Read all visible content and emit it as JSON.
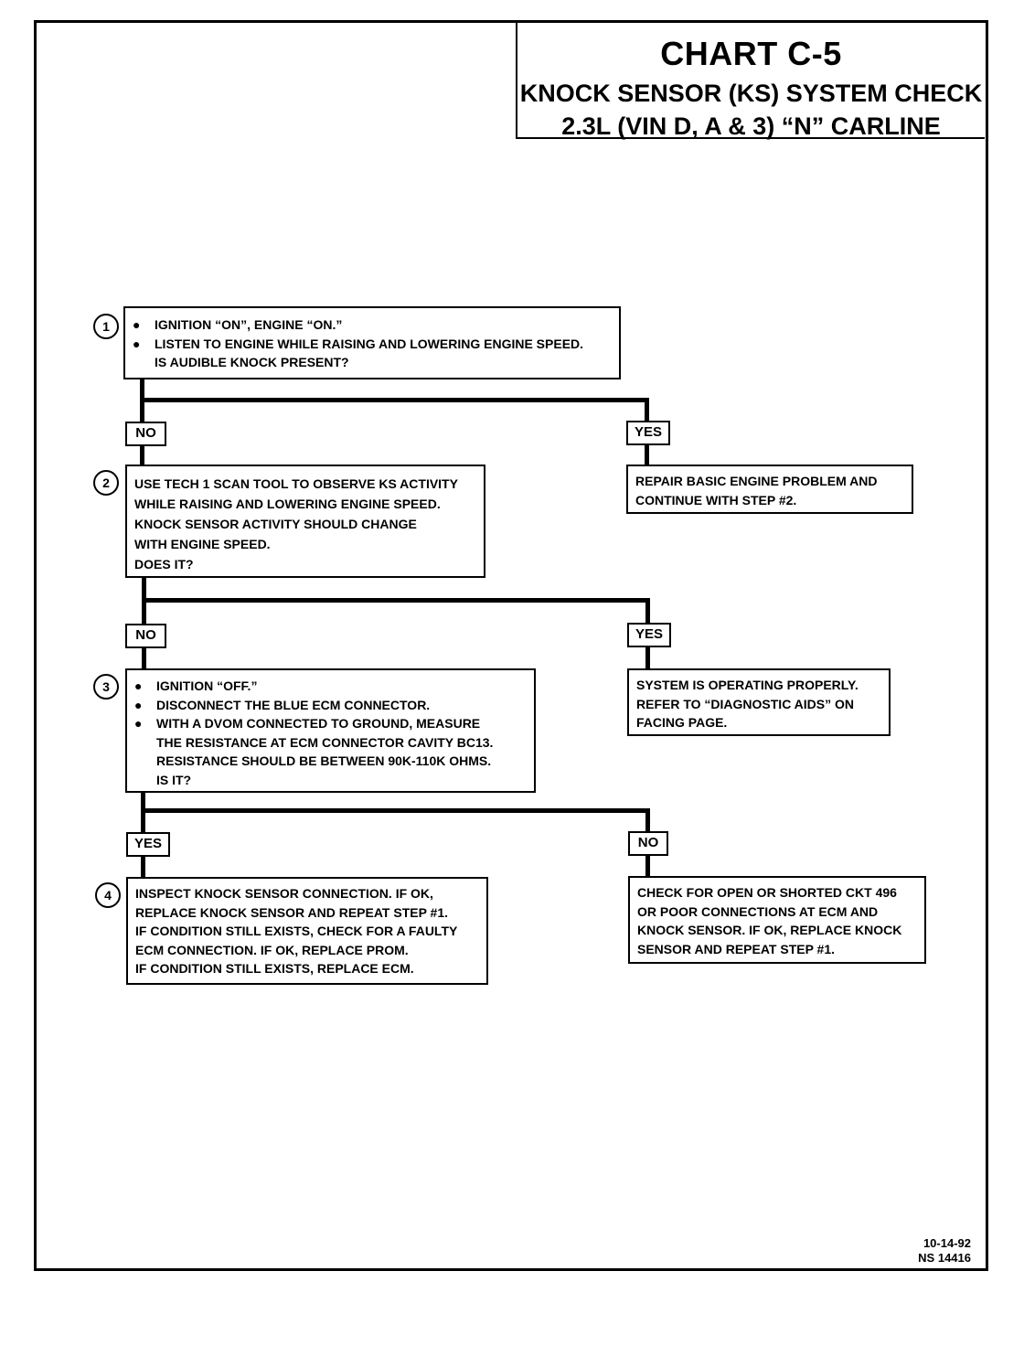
{
  "title": {
    "chart": "CHART C-5",
    "line1": "KNOCK SENSOR (KS) SYSTEM CHECK",
    "line2": "2.3L  (VIN D, A & 3)  “N”  CARLINE"
  },
  "steps": {
    "s1": {
      "num": "1",
      "bullet": "●",
      "b1": "IGNITION “ON”, ENGINE “ON.”",
      "b2": "LISTEN TO ENGINE WHILE RAISING AND LOWERING ENGINE SPEED.",
      "b2c": "IS AUDIBLE KNOCK PRESENT?"
    },
    "s2": {
      "num": "2",
      "l1": "USE TECH 1 SCAN TOOL TO OBSERVE KS ACTIVITY",
      "l2": "WHILE RAISING AND LOWERING ENGINE SPEED.",
      "l3": "KNOCK SENSOR ACTIVITY SHOULD CHANGE",
      "l4": "WITH ENGINE SPEED.",
      "l5": "DOES IT?"
    },
    "s3": {
      "num": "3",
      "bullet": "●",
      "b1": "IGNITION “OFF.”",
      "b2": "DISCONNECT THE BLUE ECM CONNECTOR.",
      "b3": "WITH A DVOM CONNECTED TO GROUND, MEASURE",
      "b3c1": "THE RESISTANCE AT ECM CONNECTOR CAVITY BC13.",
      "b3c2": "RESISTANCE SHOULD BE BETWEEN 90K-110K OHMS.",
      "b3c3": "IS IT?"
    },
    "s4": {
      "num": "4",
      "l1": "INSPECT KNOCK SENSOR CONNECTION.  IF OK,",
      "l2": "REPLACE KNOCK SENSOR AND REPEAT STEP #1.",
      "l3": "IF CONDITION STILL EXISTS, CHECK FOR A FAULTY",
      "l4": "ECM CONNECTION.  IF OK, REPLACE PROM.",
      "l5": "IF CONDITION STILL EXISTS, REPLACE ECM."
    }
  },
  "results": {
    "r1": {
      "l1": "REPAIR BASIC ENGINE PROBLEM AND",
      "l2": "CONTINUE WITH STEP #2."
    },
    "r2": {
      "l1": "SYSTEM IS OPERATING PROPERLY.",
      "l2": "REFER TO  “DIAGNOSTIC AIDS” ON",
      "l3": "FACING PAGE."
    },
    "r3": {
      "l1": "CHECK FOR OPEN OR SHORTED CKT 496",
      "l2": "OR POOR CONNECTIONS AT ECM AND",
      "l3": "KNOCK SENSOR.  IF OK, REPLACE KNOCK",
      "l4": "SENSOR AND REPEAT STEP #1."
    }
  },
  "labels": {
    "no1": "NO",
    "yes1": "YES",
    "no2": "NO",
    "yes2": "YES",
    "yes3": "YES",
    "no3": "NO"
  },
  "footer": {
    "date": "10-14-92",
    "code": "NS 14416"
  }
}
